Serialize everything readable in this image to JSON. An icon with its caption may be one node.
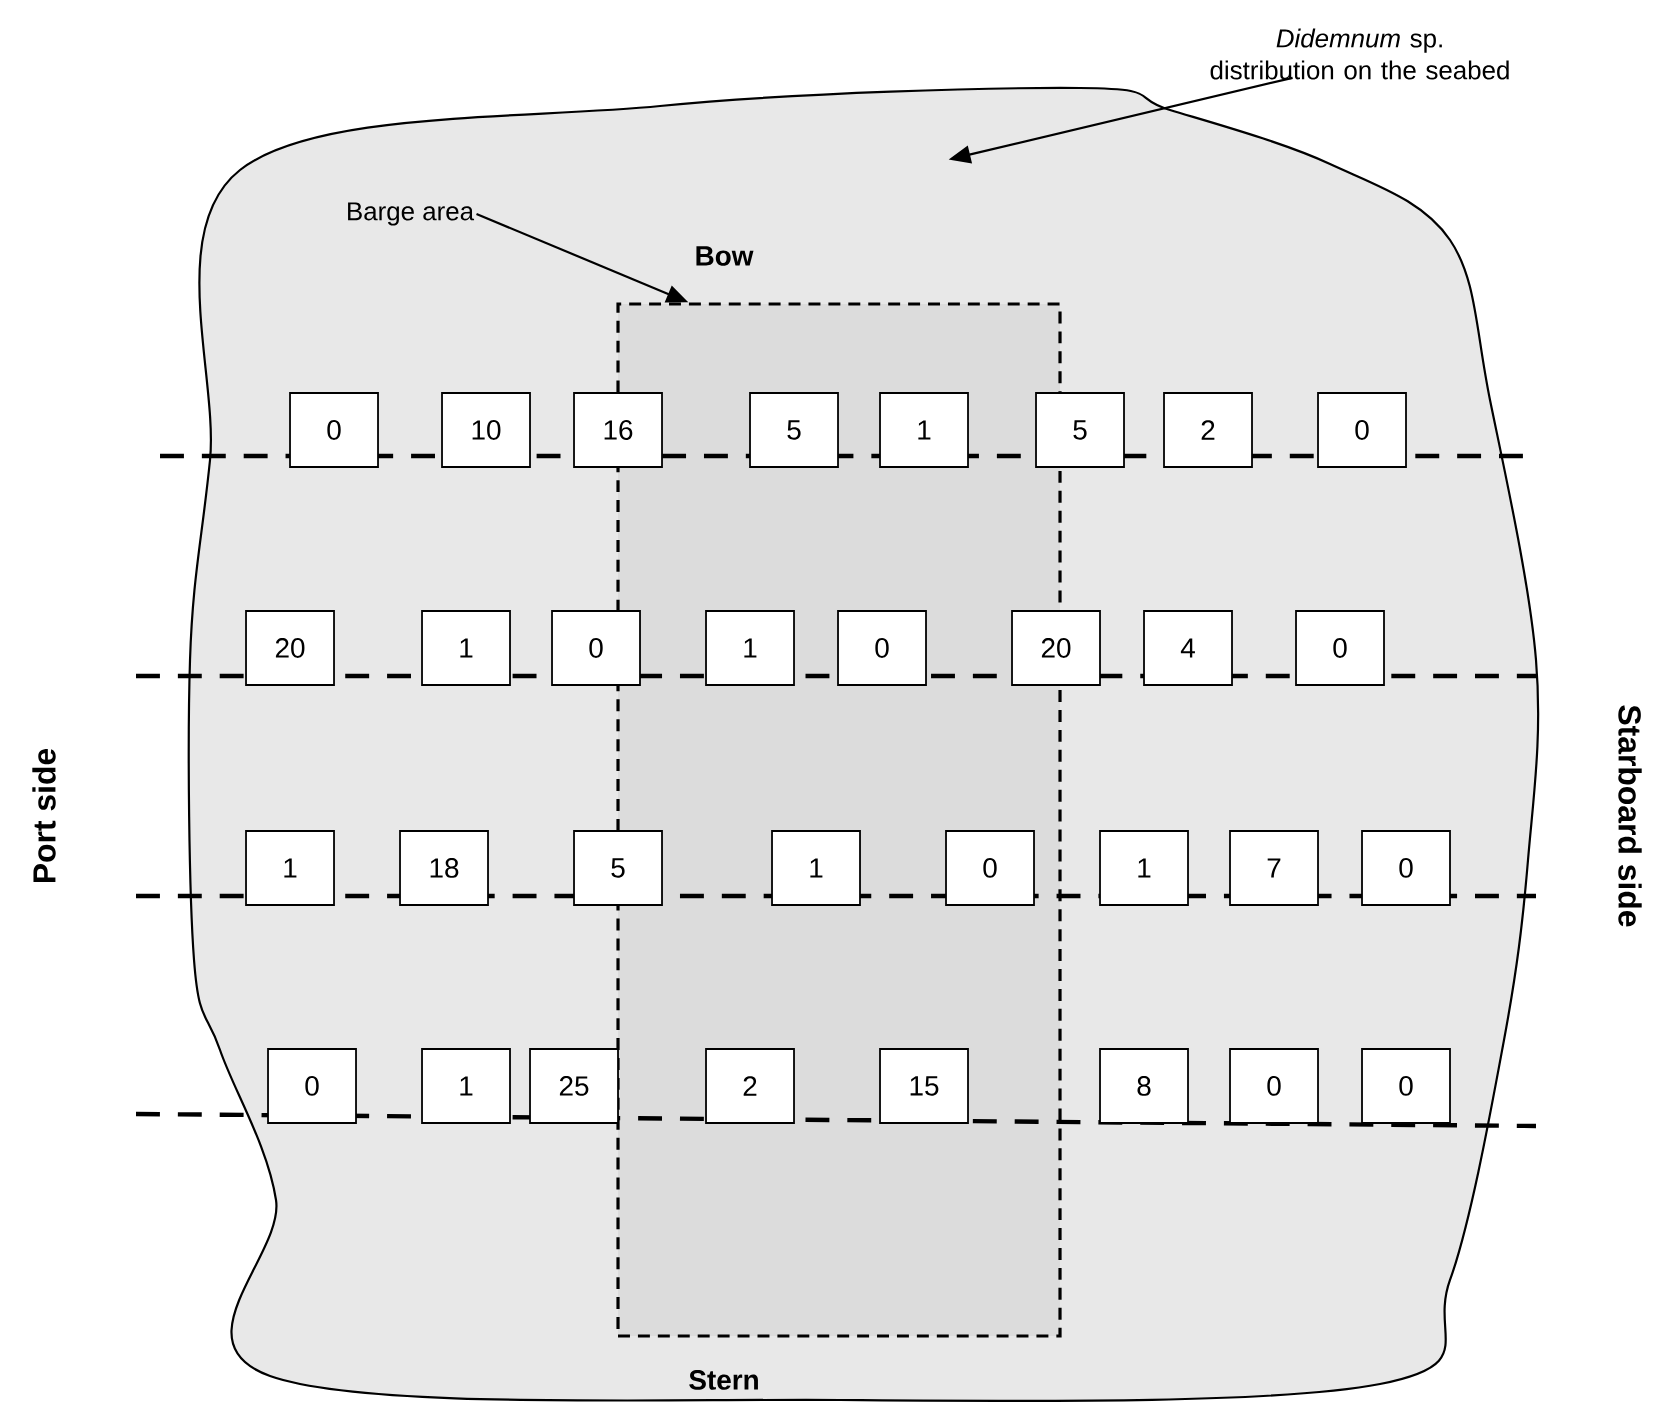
{
  "diagram": {
    "nodes": [
      {
        "text": [],
        "shape": "area"
      },
      {
        "text": [
          "*Didemnum* sp. distribution on the seabed"
        ]
      },
      {
        "text": [],
        "shape": "box",
        "in": 0
      },
      {
        "text": [
          "Barge area"
        ],
        "in": 0
      },
      {
        "text": [
          "0"
        ],
        "in": 0
      },
      {
        "text": [
          "10"
        ],
        "in": 0
      },
      {
        "text": [
          "16"
        ],
        "in": 0
      },
      {
        "text": [
          "5"
        ],
        "in": 2
      },
      {
        "text": [
          "1"
        ],
        "in": 2
      },
      {
        "text": [
          "5"
        ],
        "in": 0
      },
      {
        "text": [
          "2"
        ],
        "in": 0
      },
      {
        "text": [
          "0"
        ],
        "in": 0
      },
      {
        "text": [
          "20"
        ],
        "in": 0
      },
      {
        "text": [
          "1"
        ],
        "in": 0
      },
      {
        "text": [
          "0"
        ],
        "in": 0
      },
      {
        "text": [
          "1"
        ],
        "in": 2
      },
      {
        "text": [
          "0"
        ],
        "in": 2
      },
      {
        "text": [
          "20"
        ],
        "in": 0
      },
      {
        "text": [
          "4"
        ],
        "in": 0
      },
      {
        "text": [
          "0"
        ],
        "in": 0
      },
      {
        "text": [
          "1"
        ],
        "in": 0
      },
      {
        "text": [
          "18"
        ],
        "in": 0
      },
      {
        "text": [
          "5"
        ],
        "in": 0
      },
      {
        "text": [
          "1"
        ],
        "in": 2
      },
      {
        "text": [
          "0"
        ],
        "in": 2
      },
      {
        "text": [
          "1"
        ],
        "in": 0
      },
      {
        "text": [
          "7"
        ],
        "in": 0
      },
      {
        "text": [
          "0"
        ],
        "in": 0
      },
      {
        "text": [
          "0"
        ],
        "in": 0
      },
      {
        "text": [
          "1"
        ],
        "in": 0
      },
      {
        "text": [
          "25"
        ],
        "in": 0
      },
      {
        "text": [
          "2"
        ],
        "in": 2
      },
      {
        "text": [
          "15"
        ],
        "in": 2
      },
      {
        "text": [
          "8"
        ],
        "in": 0
      },
      {
        "text": [
          "0"
        ],
        "in": 0
      },
      {
        "text": [
          "0"
        ],
        "in": 0
      }
    ],
    "edges": [
      {
        "from": 1,
        "to": 0,
        "arrow": "to"
      },
      {
        "from": 3,
        "to": 2,
        "arrow": "to"
      }
    ],
    "labels": [
      "Bow",
      "Port side",
      "Starboard side",
      "Stern"
    ]
  }
}
